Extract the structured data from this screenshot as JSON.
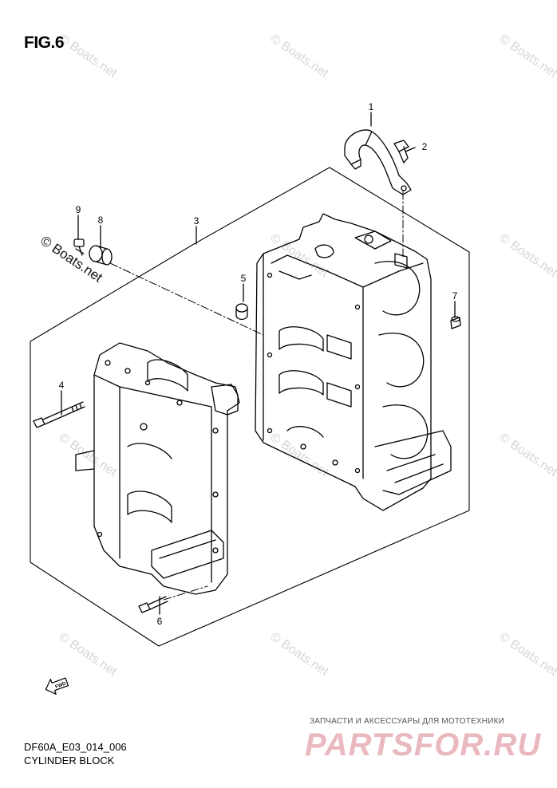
{
  "figure": {
    "title": "FIG.6",
    "code": "DF60A_E03_014_006",
    "name": "CYLINDER BLOCK"
  },
  "callouts": [
    "1",
    "2",
    "3",
    "4",
    "5",
    "6",
    "7",
    "8",
    "9"
  ],
  "watermark": {
    "text": "© Boats.net",
    "color": "#c9c9c9"
  },
  "stamp": {
    "tagline": "ЗАПЧАСТИ И АКСЕССУАРЫ ДЛЯ МОТОТЕХНИКИ",
    "logo": "PARTSFOR.RU",
    "color": "#e9b9bf"
  },
  "fwd_arrow": {
    "label": "FWD",
    "icon": "fwd-arrow-icon"
  }
}
